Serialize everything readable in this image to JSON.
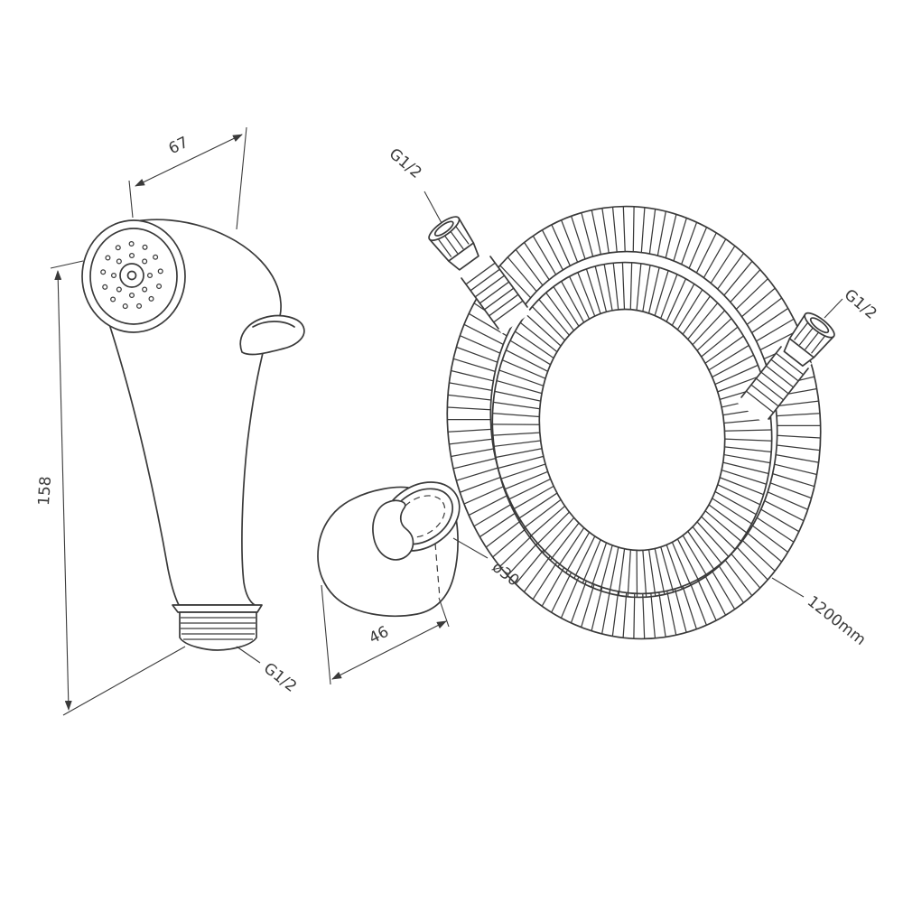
{
  "drawing": {
    "title": "shower-set-technical-drawing",
    "sprayer": {
      "width_label": "67",
      "height_label": "158",
      "thread_label": "G1/2"
    },
    "holder": {
      "width_label": "46",
      "diameter_label": "ø30"
    },
    "hose": {
      "top_thread_label": "G1/2",
      "right_thread_label": "G1/2",
      "length_label": "1200mm"
    }
  },
  "colors": {
    "line": "#3a3a3a",
    "background": "#ffffff"
  }
}
